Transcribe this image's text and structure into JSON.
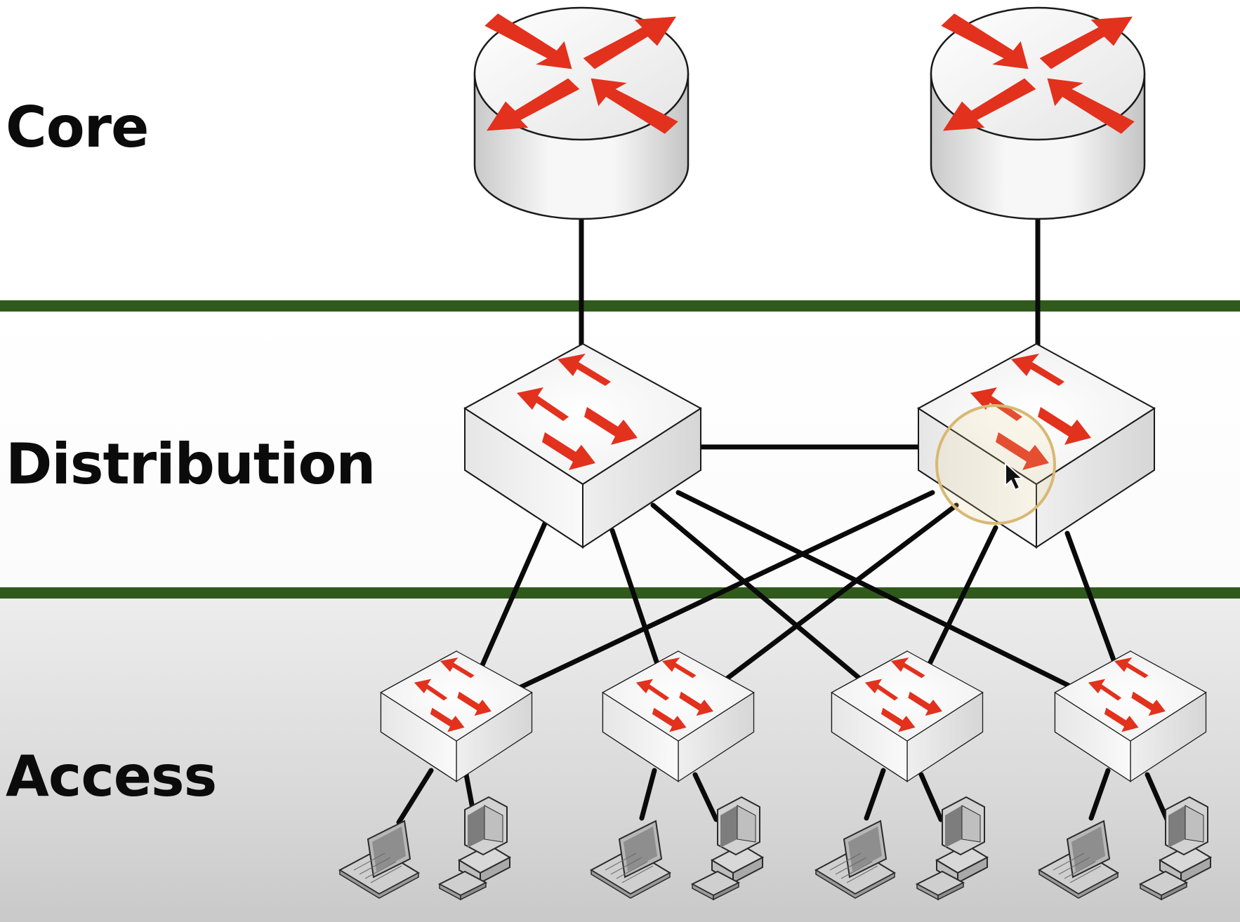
{
  "layers": {
    "core": "Core",
    "distribution": "Distribution",
    "access": "Access"
  },
  "colors": {
    "accent_arrows": "#e2311d",
    "layer_divider": "#2f5a1c",
    "access_background": "#dcdcdc",
    "device_body": "#f1f1f1",
    "link": "#0a0a0a"
  },
  "icons": {
    "core_device": "router-icon",
    "distribution_device": "switch-icon",
    "access_device": "switch-icon",
    "endpoints": [
      "laptop-icon",
      "desktop-computer-icon"
    ],
    "pointer": "mouse-cursor-icon"
  }
}
